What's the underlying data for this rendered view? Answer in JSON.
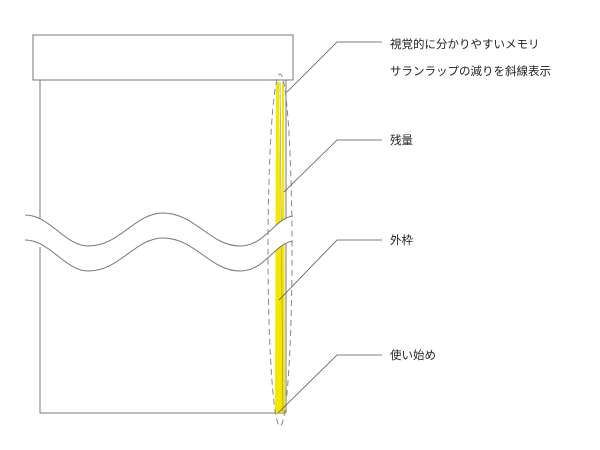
{
  "labels": {
    "visual_line1": "視覚的に分かりやすいメモリ",
    "visual_line2": "サランラップの減りを斜線表示",
    "remaining": "残量",
    "outer_frame": "外枠",
    "start": "使い始め"
  },
  "colors": {
    "highlight": "#f5e600",
    "line": "#777777"
  }
}
